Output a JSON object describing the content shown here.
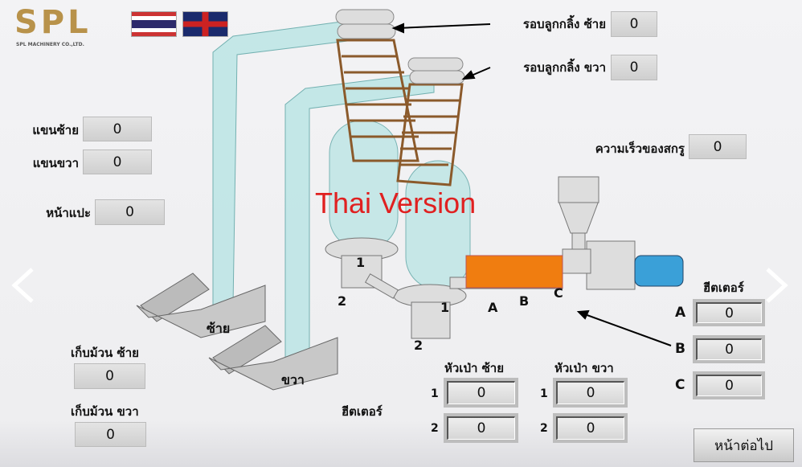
{
  "logo": {
    "text": "SPL",
    "subtitle": "SPL MACHINERY CO.,LTD."
  },
  "language": {
    "thai_flag": "thai-flag-icon",
    "uk_flag": "uk-flag-icon"
  },
  "watermark": "Thai Version",
  "roller_left": {
    "label": "รอบลูกกลิ้ง ซ้าย",
    "value": "0"
  },
  "roller_right": {
    "label": "รอบลูกกลิ้ง ขวา",
    "value": "0"
  },
  "arm_left": {
    "label": "แขนซ้าย",
    "value": "0"
  },
  "arm_right": {
    "label": "แขนขวา",
    "value": "0"
  },
  "face": {
    "label": "หน้าแปะ",
    "value": "0"
  },
  "screw_speed": {
    "label": "ความเร็วของสกรู",
    "value": "0"
  },
  "heater": {
    "title": "ฮีตเตอร์",
    "zones": [
      {
        "label": "A",
        "value": "0"
      },
      {
        "label": "B",
        "value": "0"
      },
      {
        "label": "C",
        "value": "0"
      }
    ]
  },
  "winder_left": {
    "label": "เก็บม้วน ซ้าย",
    "value": "0"
  },
  "winder_right": {
    "label": "เก็บม้วน ขวา",
    "value": "0"
  },
  "die_heater_label": "ฮีตเตอร์",
  "die_left": {
    "label": "หัวเป่า ซ้าย",
    "rows": [
      {
        "n": "1",
        "value": "0"
      },
      {
        "n": "2",
        "value": "0"
      }
    ]
  },
  "die_right": {
    "label": "หัวเป่า ขวา",
    "rows": [
      {
        "n": "1",
        "value": "0"
      },
      {
        "n": "2",
        "value": "0"
      }
    ]
  },
  "diagram": {
    "left": "ซ้าย",
    "right": "ขวา",
    "n1a": "1",
    "n2a": "2",
    "n1b": "1",
    "n2b": "2",
    "a": "A",
    "b": "B",
    "c": "C"
  },
  "next_button": "หน้าต่อไป",
  "colors": {
    "accent": "#f07d10",
    "film": "#bfe6e6",
    "watermark": "#e02020"
  }
}
